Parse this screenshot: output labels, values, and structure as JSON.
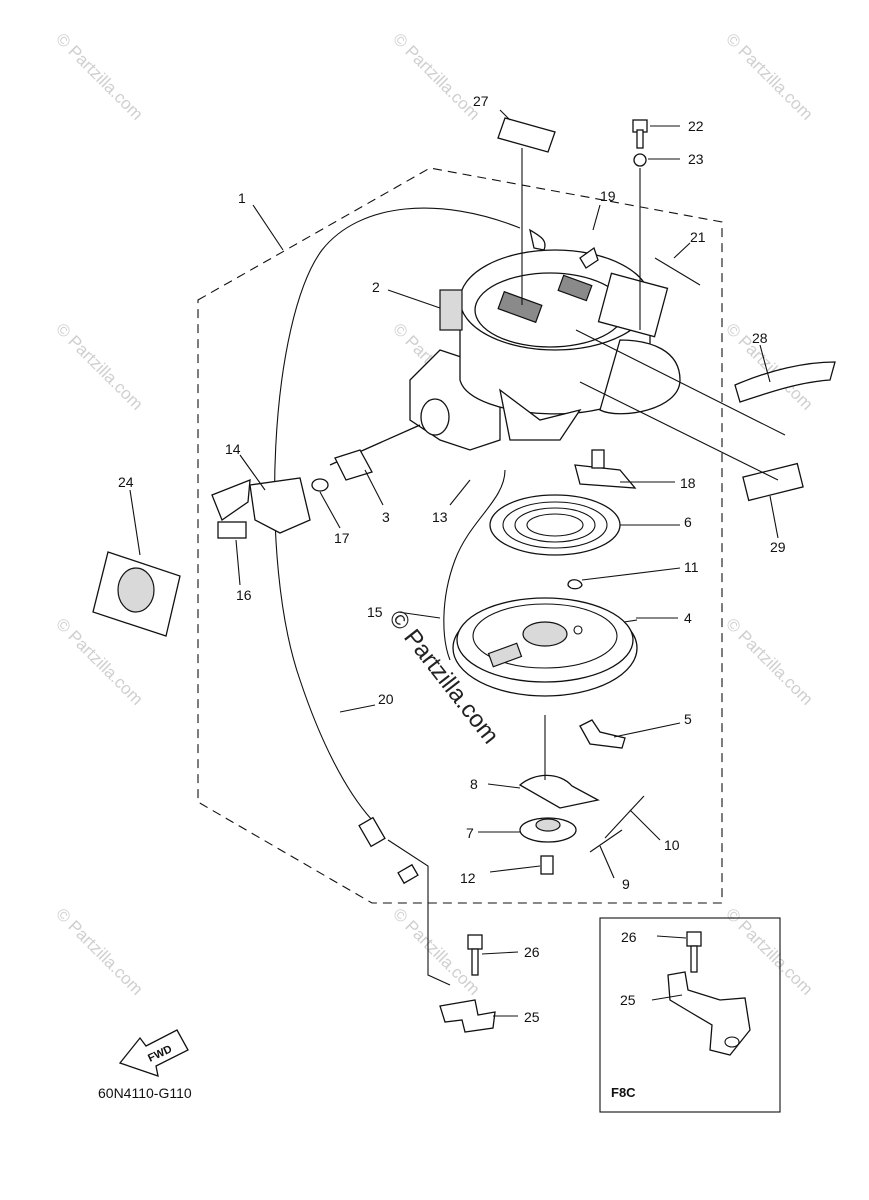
{
  "diagram": {
    "code": "60N4110-G110",
    "fwd_label": "FWD",
    "inset_label": "F8C",
    "watermark_center": "© Partzilla.com",
    "watermark_tile": "© Partzilla.com",
    "callouts": [
      {
        "id": "1",
        "label": "1"
      },
      {
        "id": "2",
        "label": "2"
      },
      {
        "id": "3",
        "label": "3"
      },
      {
        "id": "4",
        "label": "4"
      },
      {
        "id": "5",
        "label": "5"
      },
      {
        "id": "6",
        "label": "6"
      },
      {
        "id": "7",
        "label": "7"
      },
      {
        "id": "8",
        "label": "8"
      },
      {
        "id": "9",
        "label": "9"
      },
      {
        "id": "10",
        "label": "10"
      },
      {
        "id": "11",
        "label": "11"
      },
      {
        "id": "12",
        "label": "12"
      },
      {
        "id": "13",
        "label": "13"
      },
      {
        "id": "14",
        "label": "14"
      },
      {
        "id": "15",
        "label": "15"
      },
      {
        "id": "16",
        "label": "16"
      },
      {
        "id": "17",
        "label": "17"
      },
      {
        "id": "18",
        "label": "18"
      },
      {
        "id": "19",
        "label": "19"
      },
      {
        "id": "20",
        "label": "20"
      },
      {
        "id": "21",
        "label": "21"
      },
      {
        "id": "22",
        "label": "22"
      },
      {
        "id": "23",
        "label": "23"
      },
      {
        "id": "24",
        "label": "24"
      },
      {
        "id": "25",
        "label": "25"
      },
      {
        "id": "26",
        "label": "26"
      },
      {
        "id": "27",
        "label": "27"
      },
      {
        "id": "28",
        "label": "28"
      },
      {
        "id": "29",
        "label": "29"
      },
      {
        "id": "25b",
        "label": "25"
      },
      {
        "id": "26b",
        "label": "26"
      }
    ]
  }
}
